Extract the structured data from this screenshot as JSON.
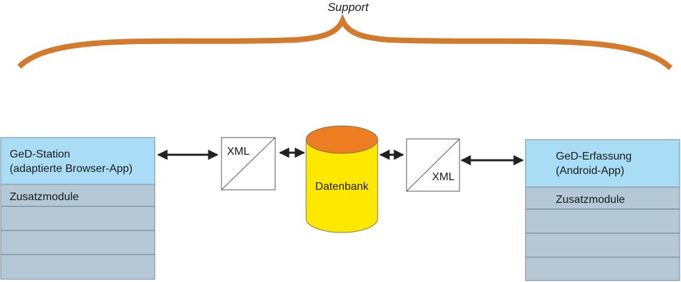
{
  "support": {
    "label": "Support"
  },
  "left_system": {
    "title_line1": "GeD-Station",
    "title_line2": "(adaptierte Browser-App)",
    "module_label": "Zusatzmodule"
  },
  "left_xml": {
    "label": "XML"
  },
  "database": {
    "label": "Datenbank"
  },
  "right_xml": {
    "label": "XML"
  },
  "right_system": {
    "title_line1": "GeD-Erfassung",
    "title_line2": "(Android-App)",
    "module_label": "Zusatzmodule"
  },
  "colors": {
    "brace": "#d47a2c",
    "header_fill": "#a9ddf5",
    "module_fill": "#b5c8d6",
    "db_body": "#ffe800",
    "db_top": "#ee7d22",
    "arrow": "#222222"
  }
}
